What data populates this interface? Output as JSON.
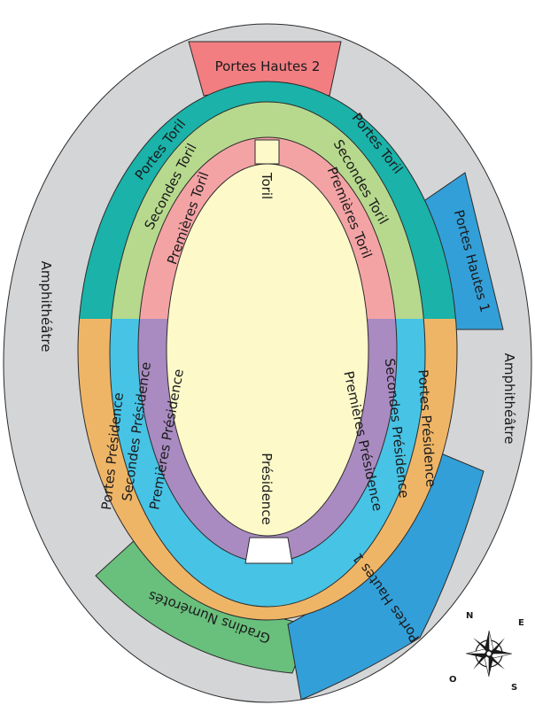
{
  "colors": {
    "outer": "#d4d5d7",
    "outline": "#2b2b2b",
    "portes_toril": "#1ab2a9",
    "secondes_toril": "#b7d98e",
    "premieres_toril": "#f4a3a5",
    "portes_presidence": "#efb567",
    "secondes_presidence": "#47c3e5",
    "premieres_presidence": "#a98bc1",
    "arena_floor": "#fdf9c9",
    "portes_hautes_2": "#f27e82",
    "portes_hautes_1": "#339fd8",
    "gradins_numerotes": "#69bf7c",
    "gate": "#ffffff"
  },
  "labels": {
    "amphitheatre_left": "Amphithéâtre",
    "amphitheatre_right": "Amphithéâtre",
    "portes_hautes_2": "Portes Hautes 2",
    "portes_hautes_1_top": "Portes Hautes 1",
    "portes_hautes_1_bottom": "Portes Hautes 1",
    "portes_toril_left": "Portes Toril",
    "portes_toril_right": "Portes Toril",
    "secondes_toril_left": "Secondes Toril",
    "secondes_toril_right": "Secondes Toril",
    "premieres_toril_left": "Premières Toril",
    "premieres_toril_right": "Premières Toril",
    "toril": "Toril",
    "presidence": "Présidence",
    "portes_presidence_left": "Portes Présidence",
    "portes_presidence_right": "Portes Présidence",
    "secondes_presidence_left": "Secondes Présidence",
    "secondes_presidence_right": "Secondes Présidence",
    "premieres_presidence_left": "Premières Présidence",
    "premieres_presidence_right": "Premières Présidence",
    "gradins_numerotes": "Gradins Numérotés"
  },
  "compass": {
    "n": "N",
    "e": "E",
    "s": "S",
    "o": "O"
  }
}
